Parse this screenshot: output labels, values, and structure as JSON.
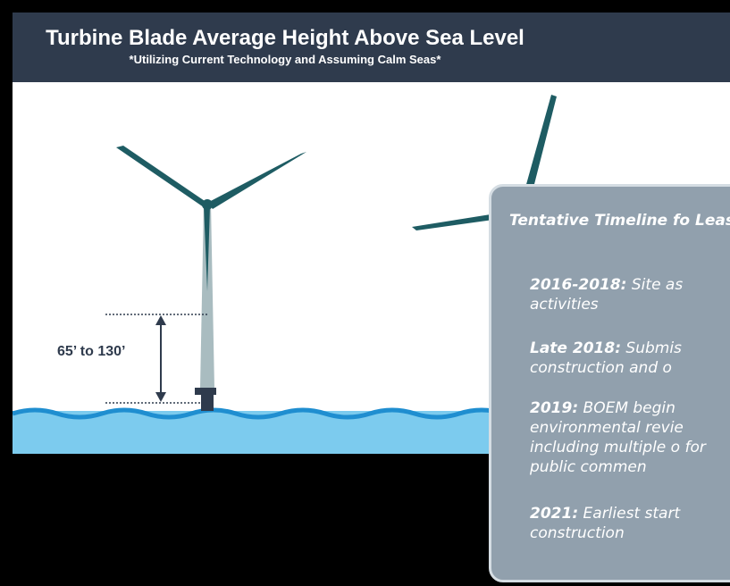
{
  "graphic": {
    "title": "Turbine Blade Average Height Above Sea Level",
    "subtitle": "*Utilizing Current Technology and Assuming Calm Seas*",
    "height_range_label": "65’ to 130’",
    "colors": {
      "header": "#2f3b4d",
      "blade": "#1e5c63",
      "tower": "#a9bcc0",
      "sea": "#7ccbee",
      "sea_line": "#1f8ed0",
      "timeline_bg": "#91a0ad"
    }
  },
  "timeline": {
    "title": "Tentative Timeline fo Lease",
    "items": [
      {
        "year": "2016-2018:",
        "text": "Site as activities"
      },
      {
        "year": "Late 2018:",
        "text": "Submis construction and o"
      },
      {
        "year": "2019:",
        "text": "BOEM begin environmental revie including multiple o for public commen"
      },
      {
        "year": "2021:",
        "text": "Earliest start construction"
      }
    ]
  }
}
